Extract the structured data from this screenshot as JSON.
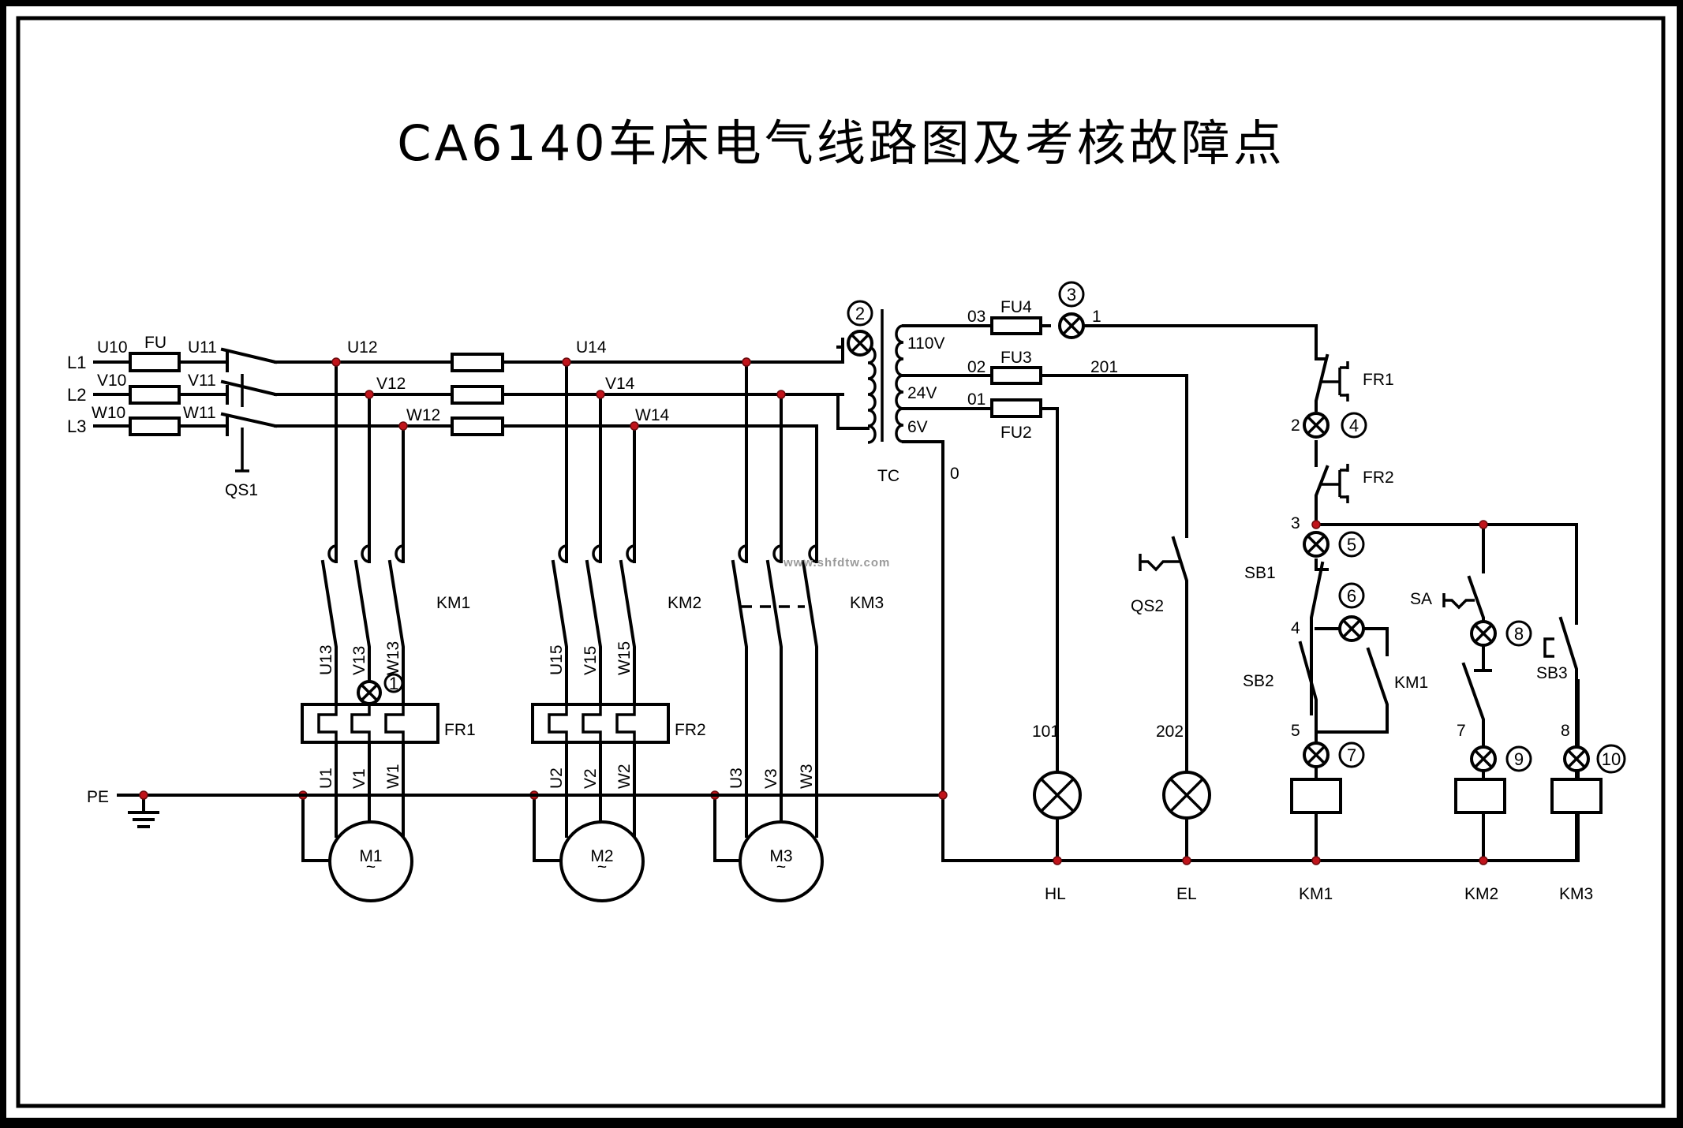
{
  "title": "CA6140车床电气线路图及考核故障点",
  "watermark": "www.shfdtw.com",
  "colors": {
    "wire": "#000000",
    "junction": "#c0141b",
    "background": "#ffffff",
    "frame": "#000000"
  },
  "power_lines": {
    "L1": "L1",
    "L2": "L2",
    "L3": "L3"
  },
  "wire_labels": {
    "U10": "U10",
    "V10": "V10",
    "W10": "W10",
    "U11": "U11",
    "V11": "V11",
    "W11": "W11",
    "U12": "U12",
    "V12": "V12",
    "W12": "W12",
    "U14": "U14",
    "V14": "V14",
    "W14": "W14",
    "U13": "U13",
    "V13": "V13",
    "W13": "W13",
    "U15": "U15",
    "V15": "V15",
    "W15": "W15",
    "U1": "U1",
    "V1": "V1",
    "W1": "W1",
    "U2": "U2",
    "V2": "V2",
    "W2": "W2",
    "U3": "U3",
    "V3": "V3",
    "W3": "W3",
    "n03": "03",
    "n02": "02",
    "n01": "01",
    "n1": "1",
    "n201": "201",
    "n0": "0",
    "n2": "2",
    "n3": "3",
    "n4": "4",
    "n5": "5",
    "n7": "7",
    "n8": "8",
    "n101": "101",
    "n202": "202"
  },
  "components": {
    "FU": "FU",
    "QS1": "QS1",
    "QS2": "QS2",
    "TC": "TC",
    "FU2": "FU2",
    "FU3": "FU3",
    "FU4": "FU4",
    "KM1_main": "KM1",
    "KM2_main": "KM2",
    "KM3_main": "KM3",
    "FR1_main": "FR1",
    "FR2_main": "FR2",
    "M1": "M1",
    "M2": "M2",
    "M3": "M3",
    "motor_symbol": "~",
    "PE": "PE",
    "FR1_ctrl": "FR1",
    "FR2_ctrl": "FR2",
    "SB1": "SB1",
    "SB2": "SB2",
    "SB3": "SB3",
    "SA": "SA",
    "KM1_aux": "KM1",
    "HL": "HL",
    "EL": "EL",
    "KM1_coil": "KM1",
    "KM2_coil": "KM2",
    "KM3_coil": "KM3"
  },
  "voltages": {
    "v110": "110V",
    "v24": "24V",
    "v6": "6V"
  },
  "fault_points": [
    "1",
    "2",
    "3",
    "4",
    "5",
    "6",
    "7",
    "8",
    "9",
    "10"
  ]
}
